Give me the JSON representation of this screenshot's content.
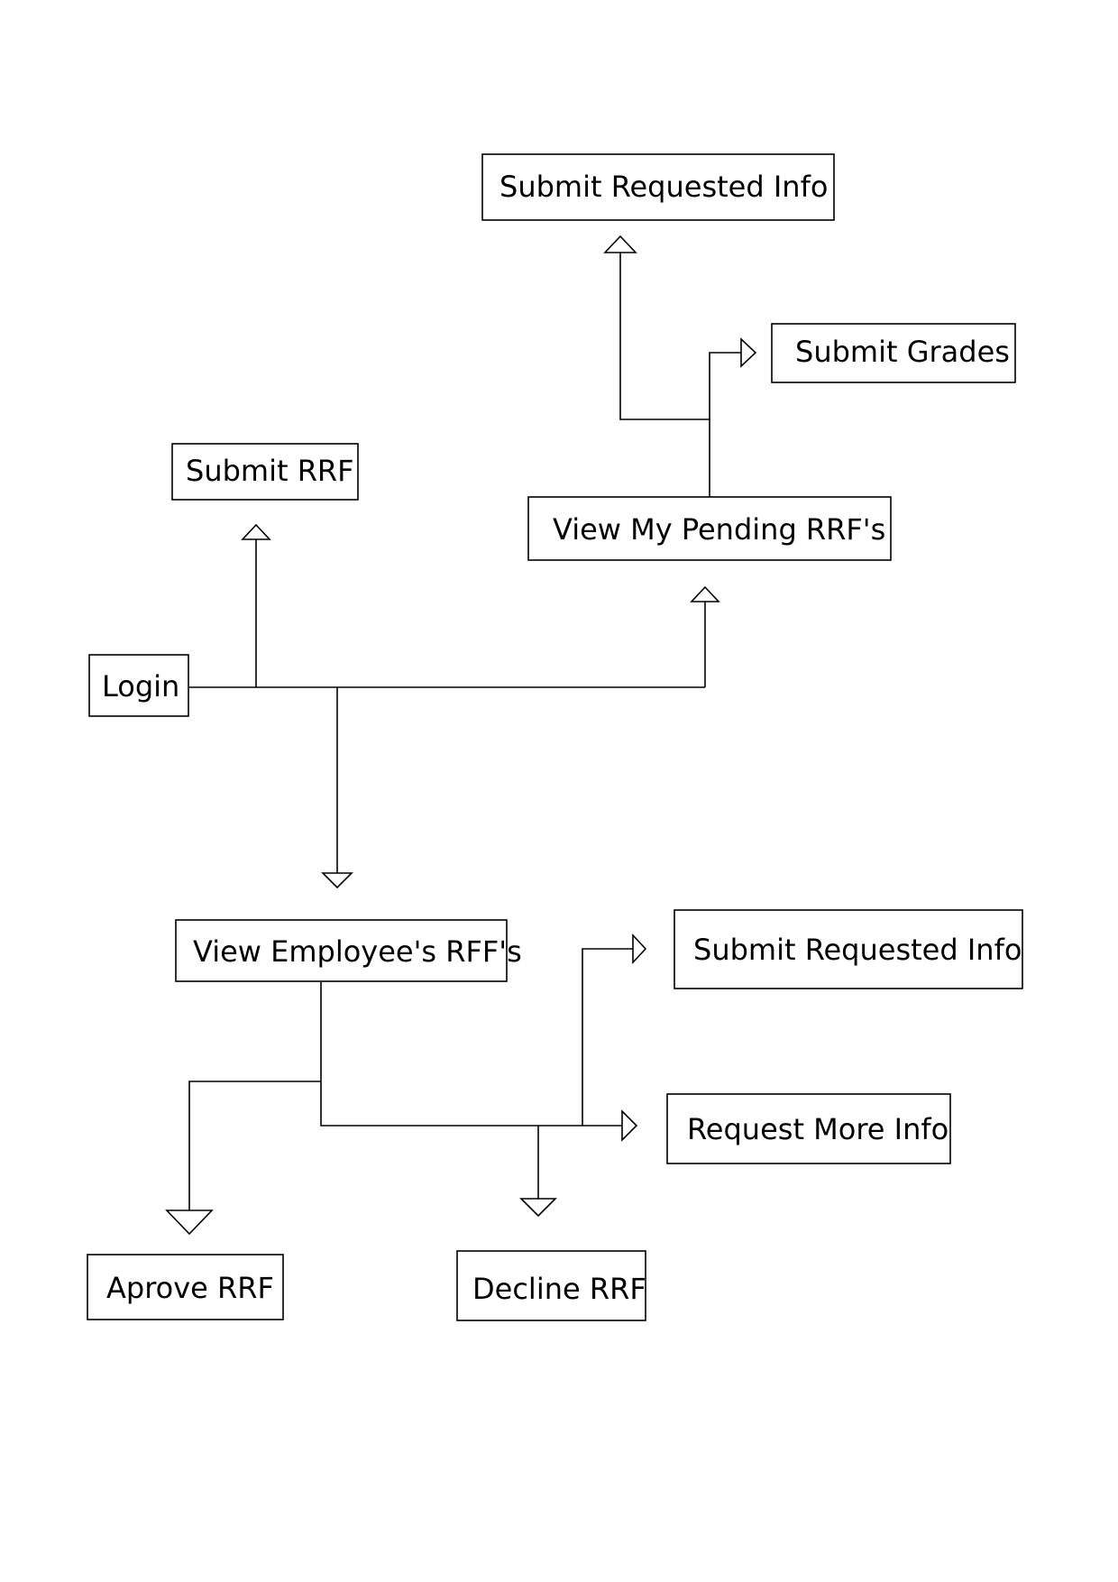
{
  "nodes": {
    "submit_requested_info_top": "Submit Requested Info",
    "submit_grades": "Submit Grades",
    "submit_rrf": "Submit RRF",
    "view_my_pending_rrfs": "View My Pending RRF's",
    "login": "Login",
    "view_employees_rffs": "View Employee's RFF's",
    "submit_requested_info_bottom": "Submit Requested Info",
    "request_more_info": "Request More Info",
    "aprove_rrf": "Aprove RRF",
    "decline_rrf": "Decline RRF"
  },
  "edges": [
    {
      "from": "login",
      "to": "submit_rrf"
    },
    {
      "from": "login",
      "to": "view_my_pending_rrfs"
    },
    {
      "from": "login",
      "to": "view_employees_rffs"
    },
    {
      "from": "view_my_pending_rrfs",
      "to": "submit_requested_info_top"
    },
    {
      "from": "view_my_pending_rrfs",
      "to": "submit_grades"
    },
    {
      "from": "view_employees_rffs",
      "to": "aprove_rrf"
    },
    {
      "from": "view_employees_rffs",
      "to": "decline_rrf"
    },
    {
      "from": "view_employees_rffs",
      "to": "request_more_info"
    },
    {
      "from": "view_employees_rffs",
      "to": "submit_requested_info_bottom"
    }
  ]
}
